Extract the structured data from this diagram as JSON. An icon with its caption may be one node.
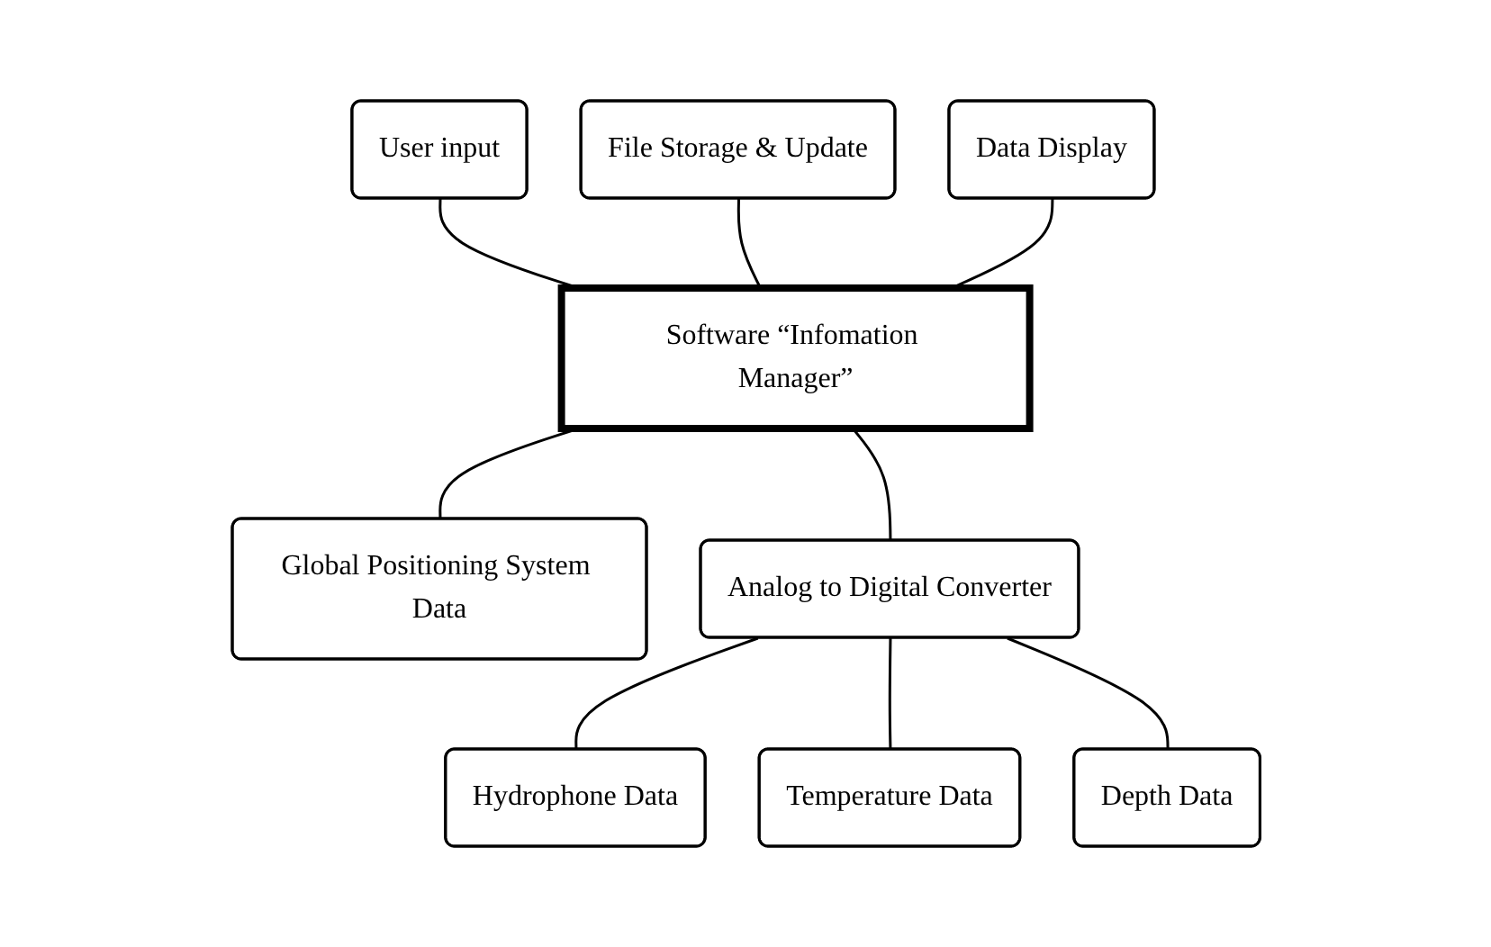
{
  "diagram": {
    "nodes": [
      {
        "text": [
          "User input"
        ]
      },
      {
        "text": [
          "File Storage & Update"
        ]
      },
      {
        "text": [
          "Data Display"
        ]
      },
      {
        "text": [
          "Software “Infomation Manager”"
        ]
      },
      {
        "text": [
          "Global Positioning System Data"
        ]
      },
      {
        "text": [
          "Analog to Digital Converter"
        ]
      },
      {
        "text": [
          "Hydrophone Data"
        ]
      },
      {
        "text": [
          "Temperature Data"
        ]
      },
      {
        "text": [
          "Depth Data"
        ]
      }
    ],
    "edges": [
      {
        "from": 0,
        "to": 3,
        "arrow": "none"
      },
      {
        "from": 1,
        "to": 3,
        "arrow": "none"
      },
      {
        "from": 2,
        "to": 3,
        "arrow": "none"
      },
      {
        "from": 3,
        "to": 4,
        "arrow": "none"
      },
      {
        "from": 3,
        "to": 5,
        "arrow": "none"
      },
      {
        "from": 5,
        "to": 6,
        "arrow": "none"
      },
      {
        "from": 5,
        "to": 7,
        "arrow": "none"
      },
      {
        "from": 5,
        "to": 8,
        "arrow": "none"
      }
    ]
  }
}
